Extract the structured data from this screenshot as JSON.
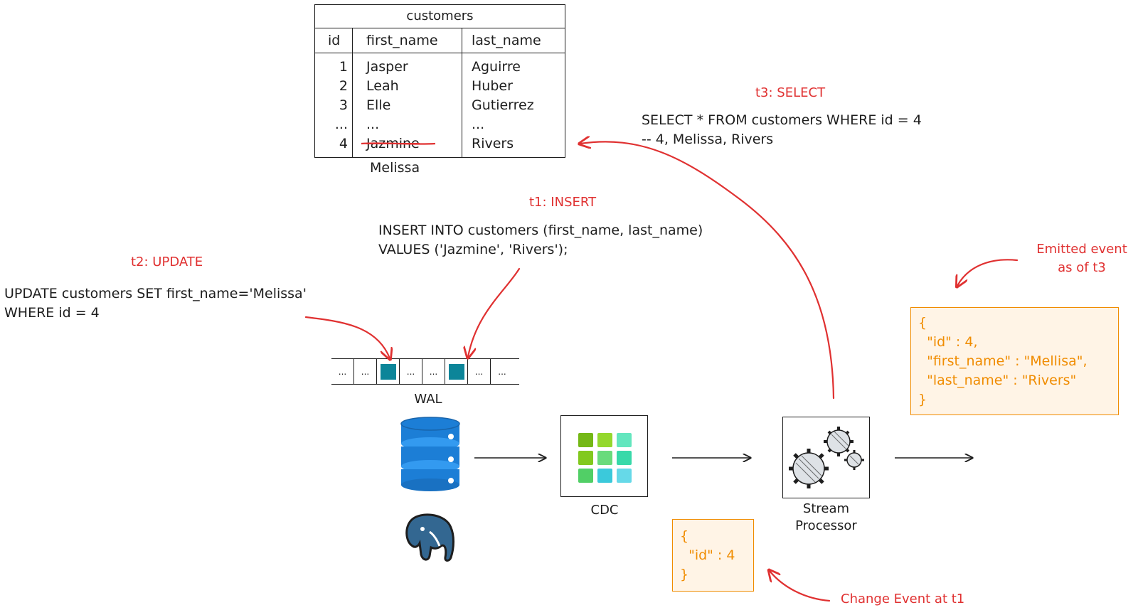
{
  "table": {
    "title": "customers",
    "headers": [
      "id",
      "first_name",
      "last_name"
    ],
    "rows": [
      {
        "id": "1",
        "first": "Jasper",
        "last": "Aguirre"
      },
      {
        "id": "2",
        "first": "Leah",
        "last": "Huber"
      },
      {
        "id": "3",
        "first": "Elle",
        "last": "Gutierrez"
      },
      {
        "id": "...",
        "first": "...",
        "last": "..."
      },
      {
        "id": "4",
        "first": "Jazmine",
        "last": "Rivers"
      }
    ],
    "replacement": "Melissa"
  },
  "t1": {
    "label": "t1: INSERT",
    "line1": "INSERT INTO customers (first_name, last_name)",
    "line2": "VALUES ('Jazmine', 'Rivers');"
  },
  "t2": {
    "label": "t2: UPDATE",
    "line1": "UPDATE customers SET first_name='Melissa'",
    "line2": "WHERE id = 4"
  },
  "t3": {
    "label": "t3: SELECT",
    "line1": "SELECT * FROM customers WHERE id = 4",
    "line2": "-- 4, Melissa, Rivers"
  },
  "wal": {
    "label": "WAL",
    "cells": [
      "...",
      "...",
      "",
      "...",
      "...",
      "",
      "...",
      "..."
    ]
  },
  "nodes": {
    "cdc": "CDC",
    "stream": "Stream\nProcessor"
  },
  "emitted": {
    "caption1": "Emitted event",
    "caption2": "as of t3",
    "lines": [
      "{",
      "  \"id\" : 4,",
      "  \"first_name\" : \"Mellisa\",",
      "  \"last_name\" : \"Rivers\"",
      "}"
    ]
  },
  "change": {
    "caption": "Change Event at t1",
    "lines": [
      "{",
      "  \"id\" : 4",
      "}"
    ]
  },
  "colors": {
    "annotation": "#e03131",
    "json": "#f08c00",
    "wal_fill": "#0c8599",
    "db": "#1971c2"
  },
  "icons": [
    "database-icon",
    "postgres-elephant-icon",
    "cdc-grid-icon",
    "gears-icon"
  ]
}
